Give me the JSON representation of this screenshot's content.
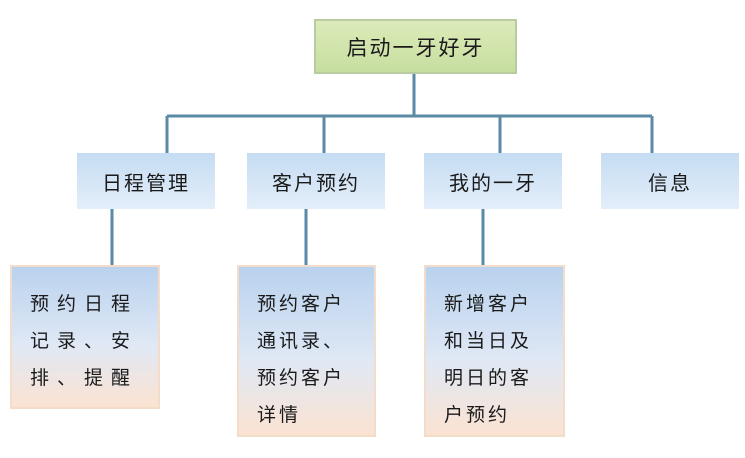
{
  "root": {
    "label": "启动一牙好牙"
  },
  "branches": [
    {
      "label": "日程管理",
      "detail": "预约日程记录、安排、提醒"
    },
    {
      "label": "客户预约",
      "detail": "预约客户通讯录、预约客户详情"
    },
    {
      "label": "我的一牙",
      "detail": "新增客户和当日及明日的客户预约"
    },
    {
      "label": "信息"
    }
  ],
  "colors": {
    "connector": "#5a8aa6",
    "root_fill": "#d2e5ad",
    "branch_fill": "#d4e5f7",
    "detail_top": "#b9d2ee",
    "detail_bottom": "#fbe3d2"
  }
}
